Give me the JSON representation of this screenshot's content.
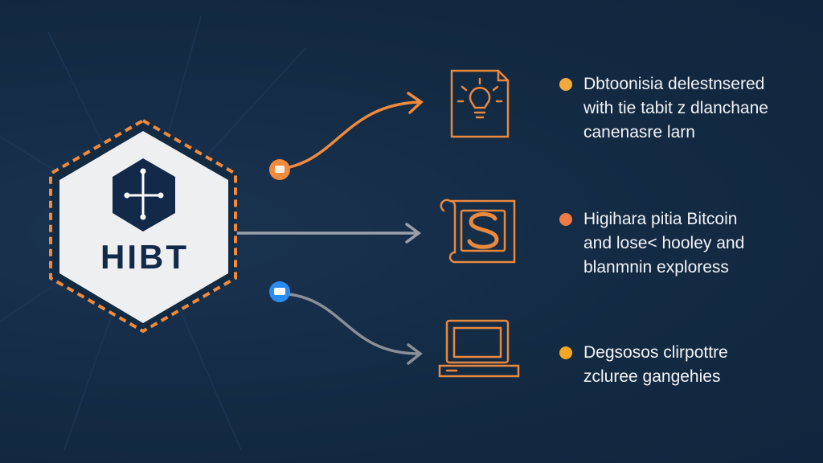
{
  "logo": {
    "text": "HIBT"
  },
  "colors": {
    "background": "#132a43",
    "orange": "#f08a3c",
    "yellow": "#f2a93b",
    "coral": "#ee7a45",
    "gray": "#9aa1ab",
    "blue": "#2a8cf0"
  },
  "items": [
    {
      "icon": "lightbulb-icon",
      "bullet_color": "#f2a93b",
      "lines": [
        "Dbtoonisia delestnsered",
        "with tie tabit z dlanchane",
        "canenasre larn"
      ]
    },
    {
      "icon": "scroll-dollar-icon",
      "bullet_color": "#ee7a45",
      "lines": [
        "Higihara pitia Bitcoin",
        "and lose< hooley and",
        "blanmnin exploress"
      ]
    },
    {
      "icon": "laptop-icon",
      "bullet_color": "#f5a623",
      "lines": [
        "Degsosos clirpottre",
        "zcluree gangehies"
      ]
    }
  ]
}
